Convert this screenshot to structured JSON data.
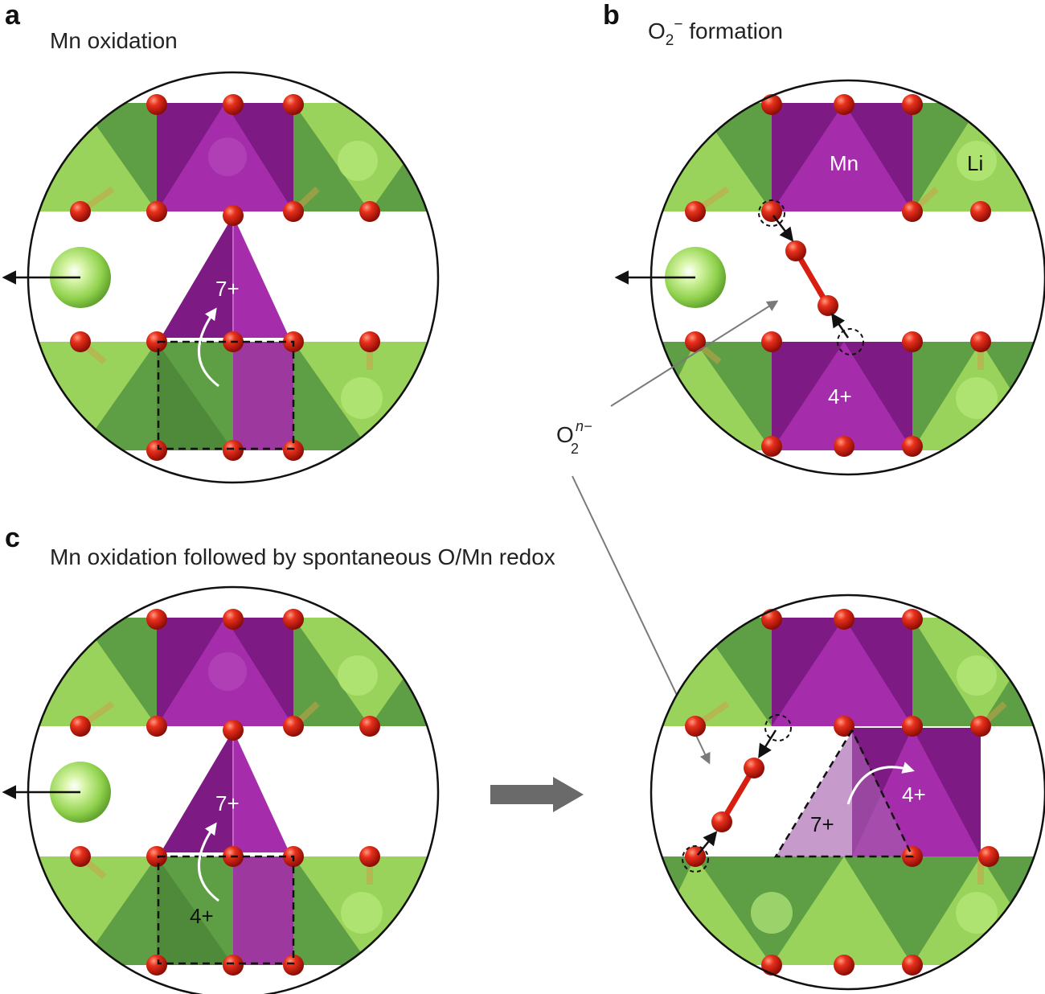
{
  "panels": {
    "a": {
      "letter": "a",
      "title": "Mn oxidation",
      "ox_label": "7+"
    },
    "b": {
      "letter": "b",
      "title_base": "O",
      "title_sub": "2",
      "title_sup": "−",
      "title_rest": " formation",
      "mn_label": "Mn",
      "li_label": "Li",
      "ox_label": "4+"
    },
    "c": {
      "letter": "c",
      "title": "Mn oxidation followed by spontaneous O/Mn redox",
      "left_ox_top": "7+",
      "left_ox_bottom": "4+",
      "right_ox_left": "7+",
      "right_ox_right": "4+"
    }
  },
  "annotation": {
    "base": "O",
    "sub": "2",
    "sup": "n−"
  },
  "colors": {
    "mn": "#8e1c93",
    "mn_light": "#c04cc8",
    "li": "#7fc24a",
    "li_dark": "#4a8a35",
    "oxygen": "#d81e10",
    "outline": "#111111",
    "big_arrow": "#6a6a6a",
    "pointer": "#7a7a7a"
  }
}
